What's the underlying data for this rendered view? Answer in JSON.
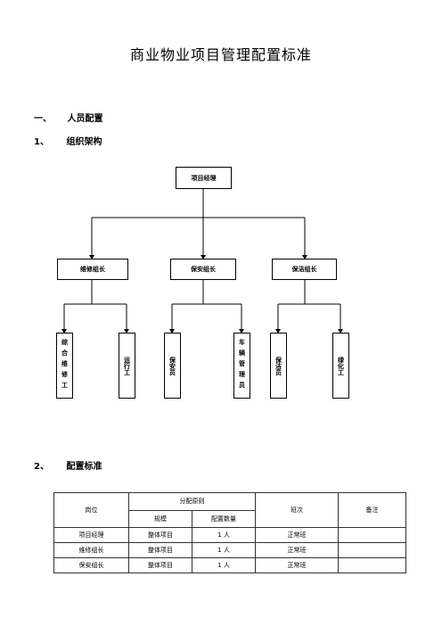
{
  "doc_title": "商业物业项目管理配置标准",
  "section1": {
    "num": "一、",
    "label": "人员配置"
  },
  "section1_1": {
    "num": "1、",
    "label": "组织架构"
  },
  "section1_2": {
    "num": "2、",
    "label": "配置标准"
  },
  "org": {
    "root": "项目经理",
    "leads": [
      "维修组长",
      "保安组长",
      "保洁组长"
    ],
    "staff": [
      "综合维修工",
      "运行工",
      "保安员",
      "车辆管理员",
      "保洁员",
      "绿化工"
    ]
  },
  "table": {
    "headers": {
      "position": "岗位",
      "principle": "分配原则",
      "scale": "规模",
      "quantity": "配置数量",
      "shift": "班次",
      "remarks": "备注"
    },
    "rows": [
      {
        "position": "项目经理",
        "scale": "整体项目",
        "quantity": "1 人",
        "shift": "正常班",
        "remarks": ""
      },
      {
        "position": "维修组长",
        "scale": "整体项目",
        "quantity": "1 人",
        "shift": "正常班",
        "remarks": ""
      },
      {
        "position": "保安组长",
        "scale": "整体项目",
        "quantity": "1 人",
        "shift": "正常班",
        "remarks": ""
      }
    ]
  }
}
